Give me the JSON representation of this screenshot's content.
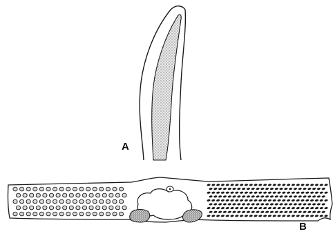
{
  "figure": {
    "panels": [
      {
        "id": "A",
        "label": "A"
      },
      {
        "id": "B",
        "label": "B"
      }
    ]
  },
  "colors": {
    "ink": "#1a1a1a",
    "background": "#ffffff",
    "stipple": "#4a4a4a"
  }
}
